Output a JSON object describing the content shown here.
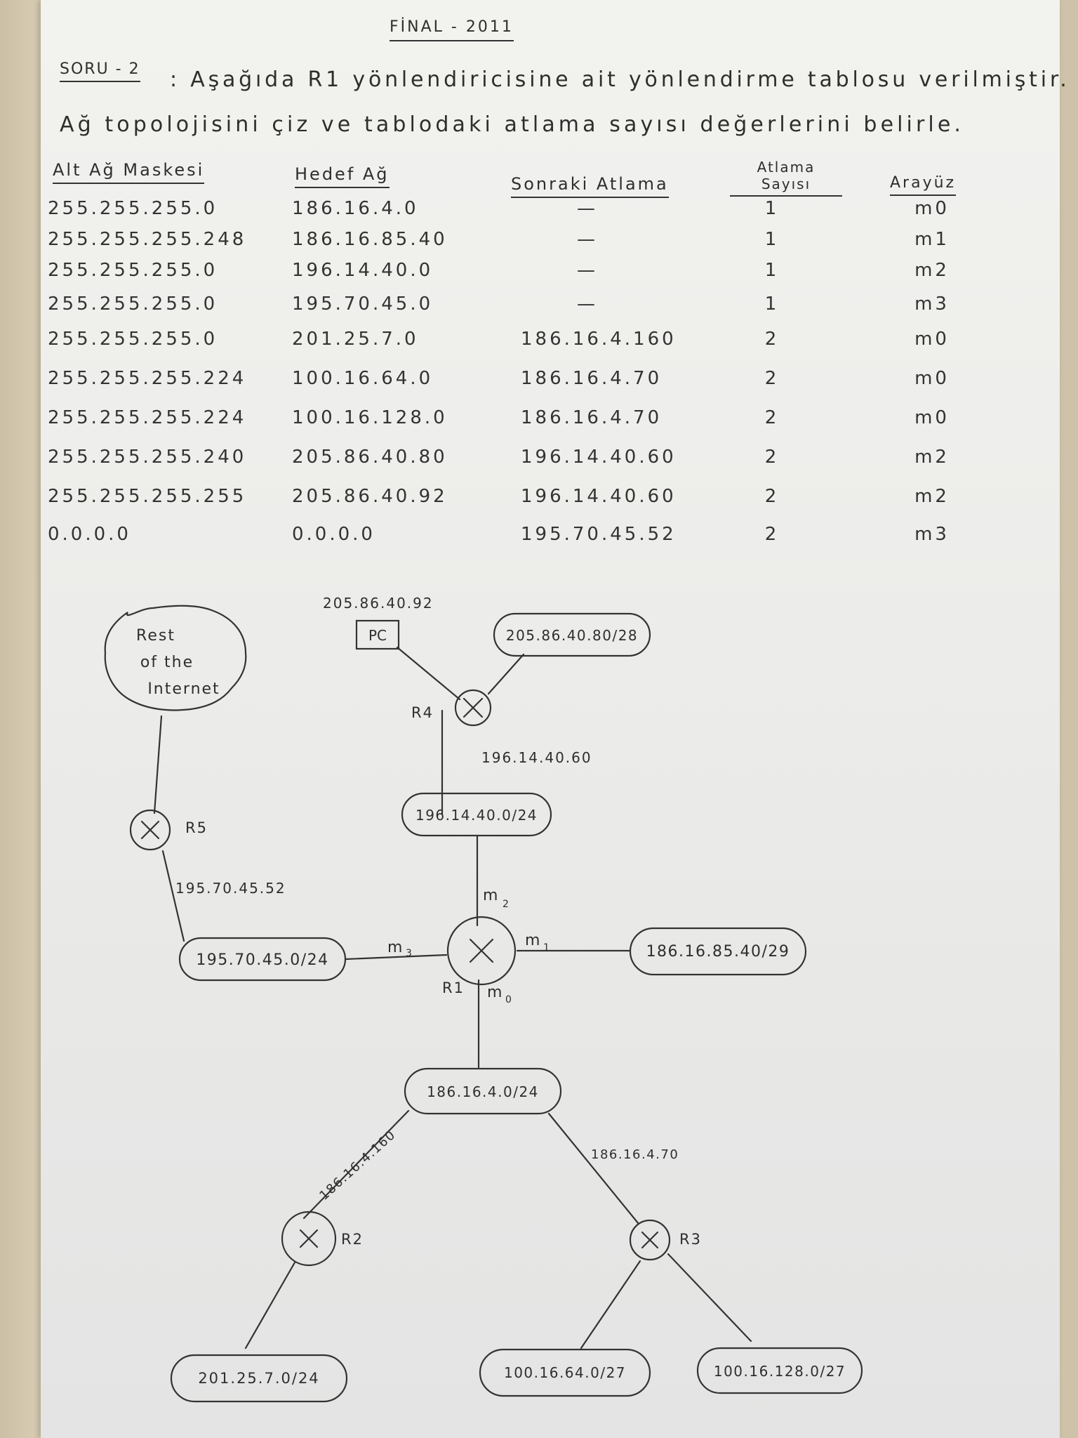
{
  "document": {
    "title": "FİNAL - 2011",
    "question_label": "SORU - 2",
    "question_line1": ": Aşağıda R1 yönlendiricisine ait yönlendirme tablosu verilmiştir.",
    "question_line2": "Ağ topolojisini çiz ve tablodaki atlama sayısı değerlerini belirle."
  },
  "table": {
    "headers": {
      "mask": "Alt Ağ Maskesi",
      "dest": "Hedef Ağ",
      "next": "Sonraki Atlama",
      "hops_1": "Atlama",
      "hops_2": "Sayısı",
      "iface": "Arayüz"
    },
    "rows": [
      {
        "mask": "255.255.255.0",
        "dest": "186.16.4.0",
        "next": "—",
        "hops": "1",
        "iface": "m0"
      },
      {
        "mask": "255.255.255.248",
        "dest": "186.16.85.40",
        "next": "—",
        "hops": "1",
        "iface": "m1"
      },
      {
        "mask": "255.255.255.0",
        "dest": "196.14.40.0",
        "next": "—",
        "hops": "1",
        "iface": "m2"
      },
      {
        "mask": "255.255.255.0",
        "dest": "195.70.45.0",
        "next": "—",
        "hops": "1",
        "iface": "m3"
      },
      {
        "mask": "255.255.255.0",
        "dest": "201.25.7.0",
        "next": "186.16.4.160",
        "hops": "2",
        "iface": "m0"
      },
      {
        "mask": "255.255.255.224",
        "dest": "100.16.64.0",
        "next": "186.16.4.70",
        "hops": "2",
        "iface": "m0"
      },
      {
        "mask": "255.255.255.224",
        "dest": "100.16.128.0",
        "next": "186.16.4.70",
        "hops": "2",
        "iface": "m0"
      },
      {
        "mask": "255.255.255.240",
        "dest": "205.86.40.80",
        "next": "196.14.40.60",
        "hops": "2",
        "iface": "m2"
      },
      {
        "mask": "255.255.255.255",
        "dest": "205.86.40.92",
        "next": "196.14.40.60",
        "hops": "2",
        "iface": "m2"
      },
      {
        "mask": "0.0.0.0",
        "dest": "0.0.0.0",
        "next": "195.70.45.52",
        "hops": "2",
        "iface": "m3"
      }
    ]
  },
  "diagram": {
    "cloud_line1": "Rest",
    "cloud_line2": "of the",
    "cloud_line3": "Internet",
    "pc_label": "PC",
    "pc_ip": "205.86.40.92",
    "routers": {
      "r1": "R1",
      "r2": "R2",
      "r3": "R3",
      "r4": "R4",
      "r5": "R5"
    },
    "networks": {
      "n_205": "205.86.40.80/28",
      "n_196": "196.14.40.0/24",
      "n_195": "195.70.45.0/24",
      "n_186_85": "186.16.85.40/29",
      "n_186_4": "186.16.4.0/24",
      "n_201": "201.25.7.0/24",
      "n_100_64": "100.16.64.0/27",
      "n_100_128": "100.16.128.0/27"
    },
    "link_labels": {
      "r4_ip": "196.14.40.60",
      "r5_ip": "195.70.45.52",
      "r2_ip": "186.16.4.160",
      "r3_ip": "186.16.4.70"
    },
    "interfaces": {
      "m0": "m",
      "m0_sub": "0",
      "m1": "m",
      "m1_sub": "1",
      "m2": "m",
      "m2_sub": "2",
      "m3": "m",
      "m3_sub": "3"
    }
  }
}
